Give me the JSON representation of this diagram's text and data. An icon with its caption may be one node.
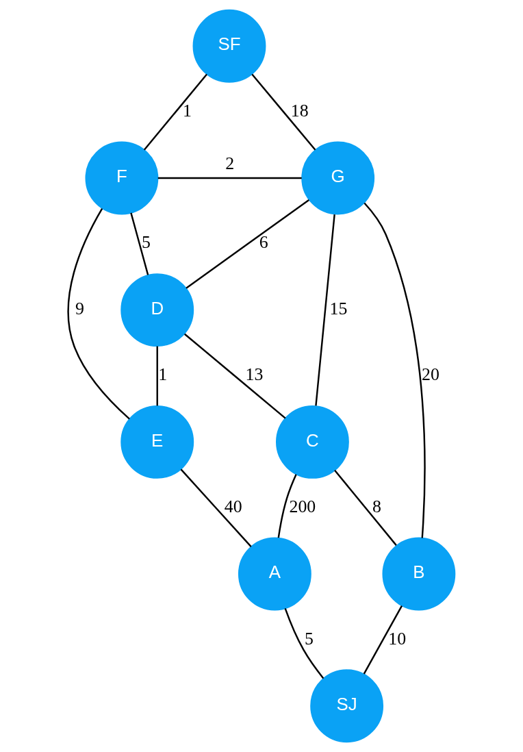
{
  "diagram": {
    "nodes": [
      {
        "text": [
          "SF"
        ]
      },
      {
        "text": [
          "F"
        ]
      },
      {
        "text": [
          "G"
        ]
      },
      {
        "text": [
          "D"
        ]
      },
      {
        "text": [
          "E"
        ]
      },
      {
        "text": [
          "C"
        ]
      },
      {
        "text": [
          "A"
        ]
      },
      {
        "text": [
          "B"
        ]
      },
      {
        "text": [
          "SJ"
        ]
      }
    ],
    "edges": [
      {
        "from": 0,
        "to": 1,
        "arrow": "none",
        "label": "1"
      },
      {
        "from": 0,
        "to": 2,
        "arrow": "none",
        "label": "18"
      },
      {
        "from": 1,
        "to": 2,
        "arrow": "none",
        "label": "2"
      },
      {
        "from": 1,
        "to": 3,
        "arrow": "none",
        "label": "5"
      },
      {
        "from": 2,
        "to": 3,
        "arrow": "none",
        "label": "6"
      },
      {
        "from": 1,
        "to": 4,
        "arrow": "none",
        "label": "9"
      },
      {
        "from": 3,
        "to": 4,
        "arrow": "none",
        "label": "1"
      },
      {
        "from": 3,
        "to": 5,
        "arrow": "none",
        "label": "13"
      },
      {
        "from": 2,
        "to": 5,
        "arrow": "none",
        "label": "15"
      },
      {
        "from": 2,
        "to": 7,
        "arrow": "none",
        "label": "20"
      },
      {
        "from": 4,
        "to": 6,
        "arrow": "none",
        "label": "40"
      },
      {
        "from": 5,
        "to": 6,
        "arrow": "none",
        "label": "200"
      },
      {
        "from": 5,
        "to": 7,
        "arrow": "none",
        "label": "8"
      },
      {
        "from": 6,
        "to": 8,
        "arrow": "none",
        "label": "5"
      },
      {
        "from": 7,
        "to": 8,
        "arrow": "none",
        "label": "10"
      }
    ]
  }
}
